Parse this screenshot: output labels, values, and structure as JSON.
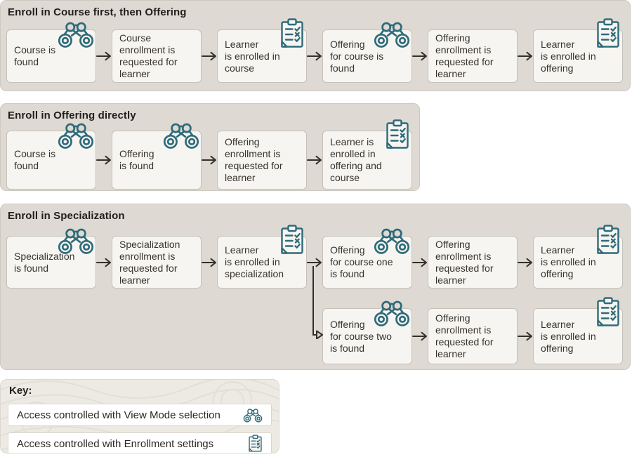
{
  "colors": {
    "accent_teal": "#2e6b7a",
    "panel_bg": "#dedad3",
    "box_bg": "#f7f5f1",
    "arrow": "#33302a",
    "key_bg": "#eceae3",
    "text": "#37332d"
  },
  "sections": [
    {
      "title": "Enroll in Course first, then Offering",
      "rows": [
        [
          {
            "text": "Course is\nfound",
            "icon": "binoculars"
          },
          {
            "text": "Course\nenrollment is\nrequested for\nlearner",
            "icon": null
          },
          {
            "text": "Learner\nis enrolled in\ncourse",
            "icon": "clipboard"
          },
          {
            "text": "Offering\nfor course is\nfound",
            "icon": "binoculars"
          },
          {
            "text": "Offering\nenrollment is\nrequested for\nlearner",
            "icon": null
          },
          {
            "text": "Learner\nis enrolled in\noffering",
            "icon": "clipboard"
          }
        ]
      ]
    },
    {
      "title": "Enroll in Offering directly",
      "rows": [
        [
          {
            "text": "Course is\nfound",
            "icon": "binoculars"
          },
          {
            "text": "Offering\nis found",
            "icon": "binoculars"
          },
          {
            "text": "Offering\nenrollment is\nrequested for\nlearner",
            "icon": null
          },
          {
            "text": "Learner is\nenrolled in\noffering and\ncourse",
            "icon": "clipboard"
          }
        ]
      ]
    },
    {
      "title": "Enroll in Specialization",
      "rows": [
        [
          {
            "text": "Specialization\nis found",
            "icon": "binoculars"
          },
          {
            "text": "Specialization\nenrollment is\nrequested for\nlearner",
            "icon": null
          },
          {
            "text": "Learner\nis enrolled in\nspecialization",
            "icon": "clipboard"
          },
          {
            "text": "Offering\nfor course one\nis found",
            "icon": "binoculars"
          },
          {
            "text": "Offering\nenrollment is\nrequested for\nlearner",
            "icon": null
          },
          {
            "text": "Learner\nis enrolled in\noffering",
            "icon": "clipboard"
          }
        ],
        [
          {
            "text": "Offering\nfor course two\nis found",
            "icon": "binoculars"
          },
          {
            "text": "Offering\nenrollment is\nrequested for\nlearner",
            "icon": null
          },
          {
            "text": "Learner\nis enrolled in\noffering",
            "icon": "clipboard"
          }
        ]
      ]
    }
  ],
  "key": {
    "title": "Key:",
    "items": [
      {
        "label": "Access controlled with View Mode selection",
        "icon": "binoculars"
      },
      {
        "label": "Access controlled with Enrollment settings",
        "icon": "clipboard"
      }
    ]
  }
}
